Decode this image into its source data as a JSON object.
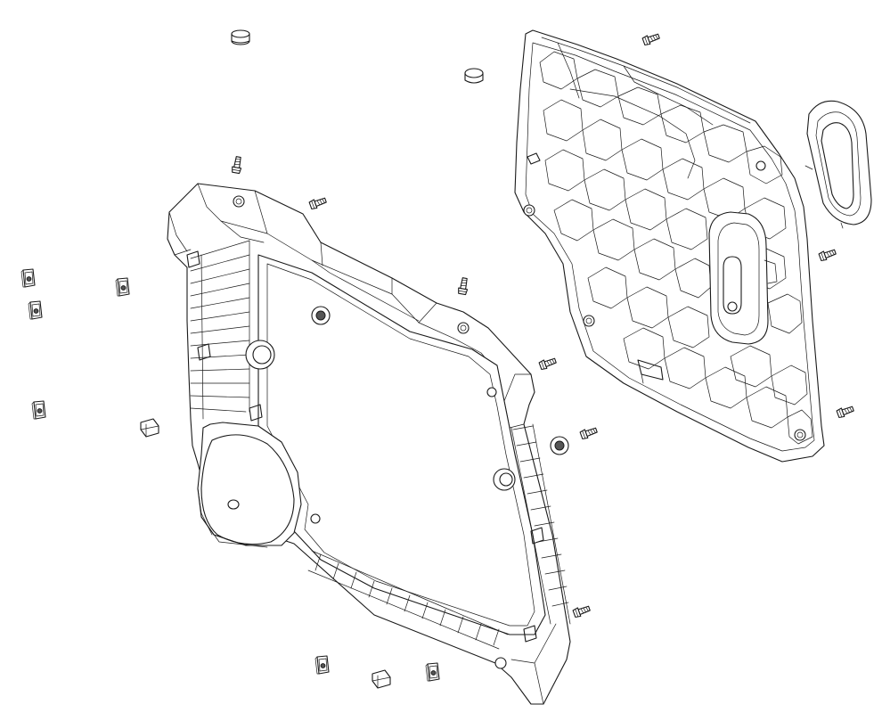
{
  "colors": {
    "line": "#1a1a1a",
    "background": "#ffffff",
    "shade": "#e9e9e9"
  },
  "parts": {
    "rear_panel": "rear-housing-panel",
    "front_frame": "front-housing-frame",
    "gasket": "oval-gasket-ring",
    "fan_cover": "round-fan-cover",
    "screws": "screw",
    "clip_nuts": "clip-nut",
    "grommets": "rubber-grommet",
    "caps": "cylinder-cap",
    "clips": "snap-clip"
  }
}
